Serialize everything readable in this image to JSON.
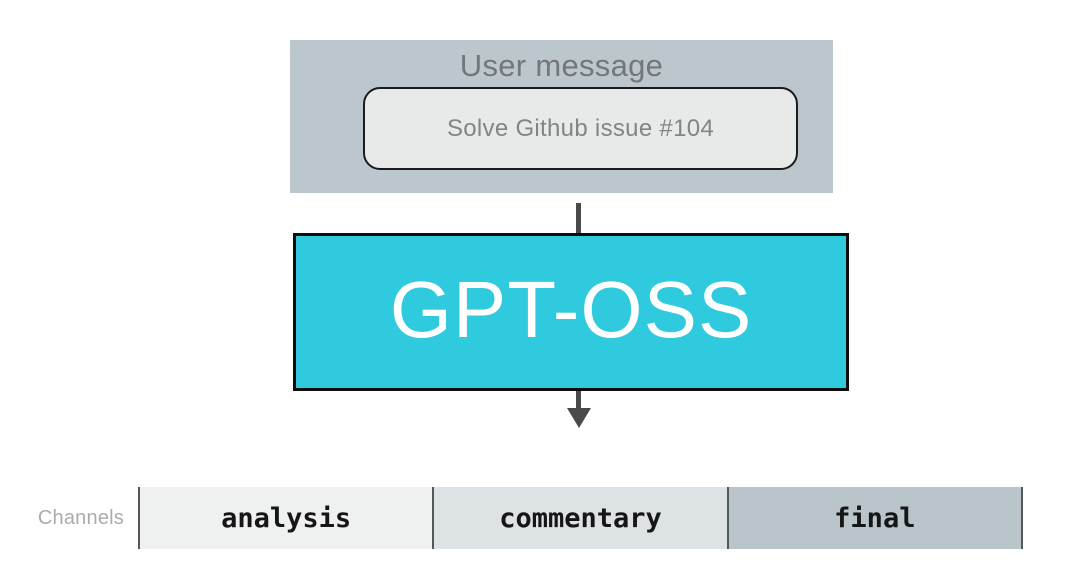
{
  "user_message_panel": {
    "title": "User message",
    "bubble_text": "Solve Github issue #104"
  },
  "model_box": {
    "label": "GPT-OSS"
  },
  "channels": {
    "label": "Channels",
    "items": [
      {
        "label": "analysis",
        "bg": "#eff1f1"
      },
      {
        "label": "commentary",
        "bg": "#dde2e4"
      },
      {
        "label": "final",
        "bg": "#b9c5cb"
      }
    ]
  },
  "colors": {
    "panel_bg": "#bcc7cd",
    "bubble_bg": "#e8eaea",
    "model_bg": "#2fcade",
    "arrow": "#4a4a4a",
    "channel_border": "#54585a"
  }
}
